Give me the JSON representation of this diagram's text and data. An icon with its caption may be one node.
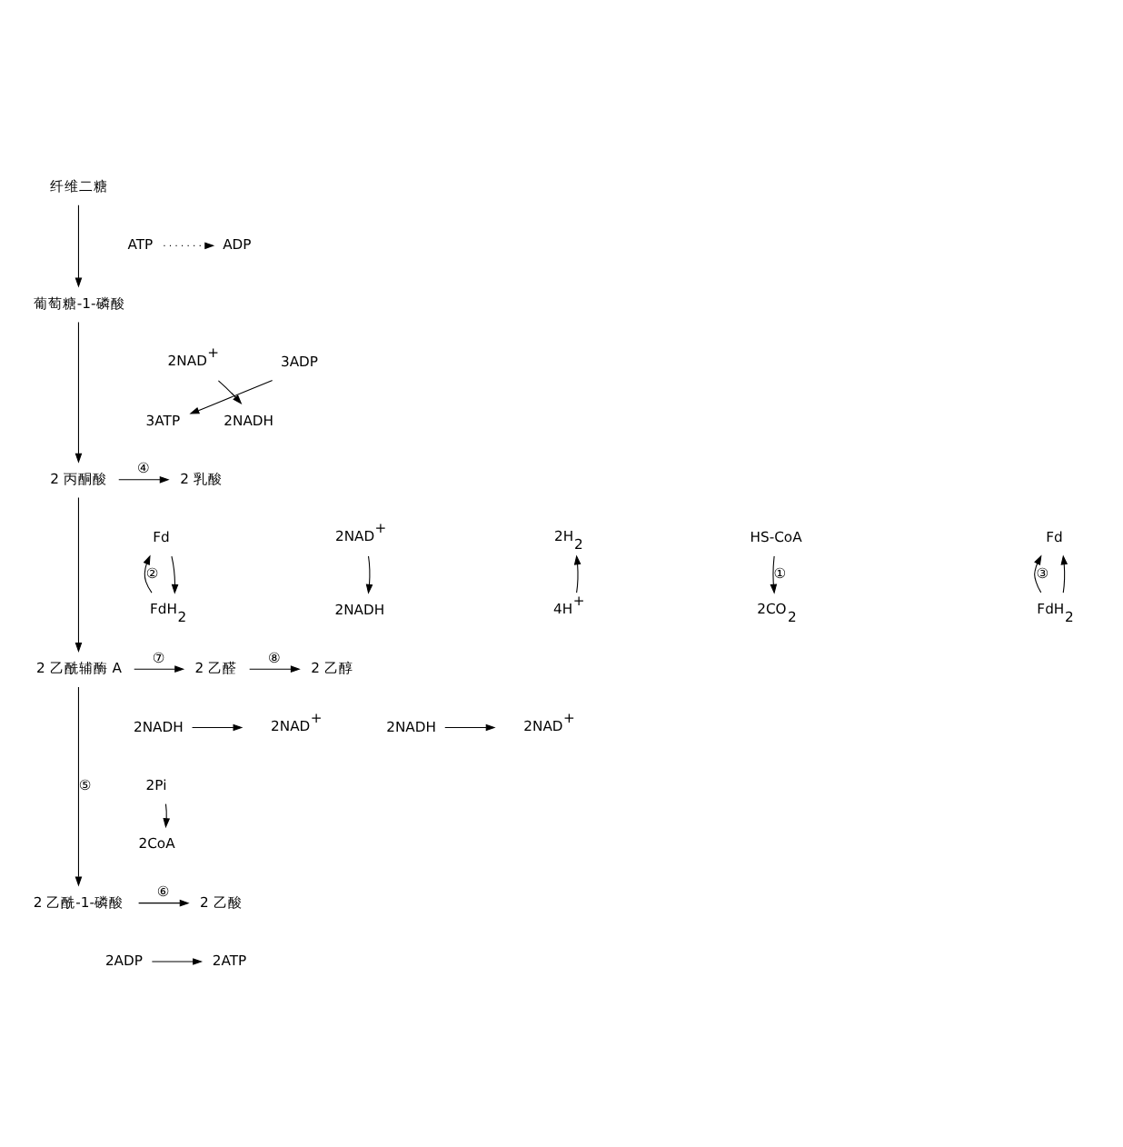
{
  "diagram": {
    "nodes": [
      {
        "text": [
          "纤维二糖"
        ]
      },
      {
        "text": [
          "ATP"
        ]
      },
      {
        "text": [
          "ADP"
        ]
      },
      {
        "text": [
          "葡萄糖-1-磷酸"
        ]
      },
      {
        "text": [
          "3ADP"
        ]
      },
      {
        "text": [
          "2NAD$^{+}$"
        ]
      },
      {
        "text": [
          "3ATP"
        ]
      },
      {
        "text": [
          "2NADH"
        ]
      },
      {
        "text": [
          "2 乳酸"
        ]
      },
      {
        "text": [
          "2 丙酮酸"
        ]
      },
      {
        "text": [
          "HS-CoA"
        ]
      },
      {
        "text": [
          "Fd"
        ]
      },
      {
        "text": [
          "2CO$_{2}$"
        ]
      },
      {
        "text": [
          "FdH$_{2}$"
        ]
      },
      {
        "text": [
          "2H$_{2}$"
        ]
      },
      {
        "text": [
          "Fd"
        ]
      },
      {
        "text": [
          "4H$^{+}$"
        ]
      },
      {
        "text": [
          "FdH$_{2}$"
        ]
      },
      {
        "text": [
          "2NAD$^{+}$"
        ]
      },
      {
        "text": [
          "2NADH"
        ]
      },
      {
        "text": [
          "2 乙酰辅酶 A"
        ]
      },
      {
        "text": [
          "2 乙醛"
        ]
      },
      {
        "text": [
          "2NADH"
        ]
      },
      {
        "text": [
          "2NAD$^{+}$"
        ]
      },
      {
        "text": [
          "2 乙醇"
        ]
      },
      {
        "text": [
          "2NADH"
        ]
      },
      {
        "text": [
          "2NAD$^{+}$"
        ]
      },
      {
        "text": [
          "2Pi"
        ]
      },
      {
        "text": [
          "2CoA"
        ]
      },
      {
        "text": [
          "2 乙酰-1-磷酸"
        ]
      },
      {
        "text": [
          "2 乙酸"
        ]
      },
      {
        "text": [
          "2ADP"
        ]
      },
      {
        "text": [
          "2ATP"
        ]
      }
    ],
    "edges": [
      {
        "from": 0,
        "to": 3,
        "arrow": "to"
      },
      {
        "from": 1,
        "to": 2,
        "arrow": "to",
        "style": "dashed"
      },
      {
        "from": 3,
        "to": 9,
        "arrow": "to"
      },
      {
        "from": 4,
        "to": 6,
        "arrow": "to"
      },
      {
        "from": 5,
        "to": 7,
        "arrow": "to"
      },
      {
        "from": 9,
        "to": 8,
        "arrow": "to",
        "label": "④"
      },
      {
        "from": 9,
        "to": 20,
        "arrow": "to"
      },
      {
        "from": 10,
        "to": 12,
        "arrow": "to",
        "label": "①"
      },
      {
        "from": 11,
        "to": 13,
        "arrow": "to"
      },
      {
        "from": 13,
        "to": 11,
        "arrow": "to",
        "label": "②"
      },
      {
        "from": 16,
        "to": 14,
        "arrow": "to"
      },
      {
        "from": 17,
        "to": 15,
        "arrow": "to"
      },
      {
        "from": 17,
        "to": 15,
        "arrow": "to",
        "label": "③"
      },
      {
        "from": 18,
        "to": 19,
        "arrow": "to"
      },
      {
        "from": 20,
        "to": 21,
        "arrow": "to",
        "label": "⑦"
      },
      {
        "from": 22,
        "to": 23,
        "arrow": "to"
      },
      {
        "from": 21,
        "to": 24,
        "arrow": "to",
        "label": "⑧"
      },
      {
        "from": 25,
        "to": 26,
        "arrow": "to"
      },
      {
        "from": 20,
        "to": 29,
        "arrow": "to",
        "label": "⑤"
      },
      {
        "from": 27,
        "to": 28,
        "arrow": "to"
      },
      {
        "from": 29,
        "to": 30,
        "arrow": "to",
        "label": "⑥"
      },
      {
        "from": 31,
        "to": 32,
        "arrow": "to"
      }
    ]
  }
}
